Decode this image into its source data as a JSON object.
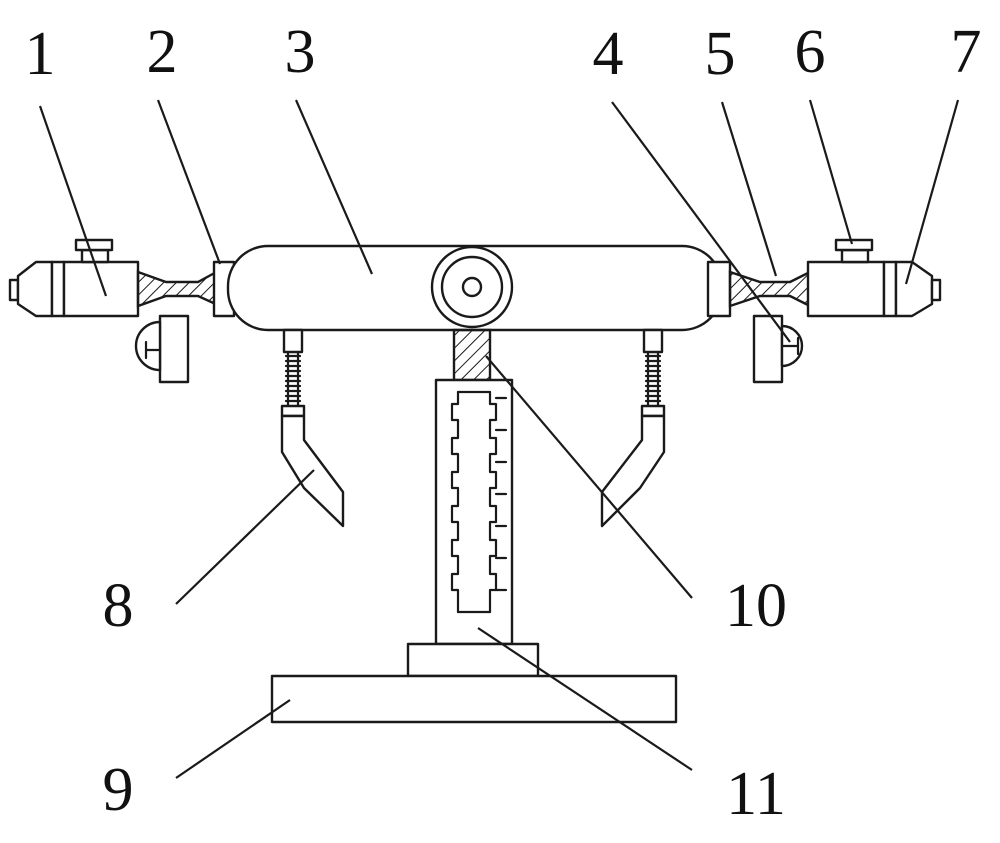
{
  "figure": {
    "labels": [
      {
        "key": "1",
        "text": "1"
      },
      {
        "key": "2",
        "text": "2"
      },
      {
        "key": "3",
        "text": "3"
      },
      {
        "key": "4",
        "text": "4"
      },
      {
        "key": "5",
        "text": "5"
      },
      {
        "key": "6",
        "text": "6"
      },
      {
        "key": "7",
        "text": "7"
      },
      {
        "key": "8",
        "text": "8"
      },
      {
        "key": "9",
        "text": "9"
      },
      {
        "key": "10",
        "text": "10"
      },
      {
        "key": "11",
        "text": "11"
      }
    ],
    "line_color": "#1a1a1a",
    "background": "#ffffff"
  }
}
